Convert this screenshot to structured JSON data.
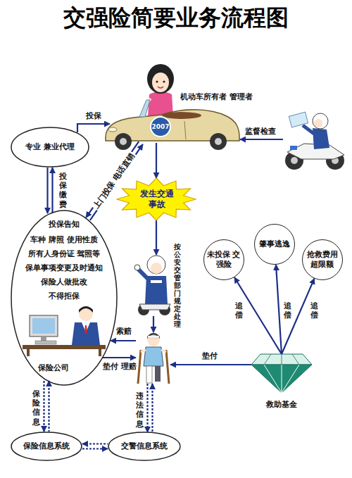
{
  "diagram": {
    "title": "交强险简要业务流程图",
    "nodes": [
      {
        "text": [
          "机动车所有者 管理者"
        ]
      },
      {
        "text": []
      },
      {
        "text": [
          "专业 兼业代理"
        ]
      },
      {
        "text": [
          "发生交通事故"
        ]
      },
      {
        "text": [
          "投保告知",
          "车种 牌照 使用性质",
          "所有人身份证 驾照等",
          "保单事项变更及时通知",
          "保险人做批改",
          "不得拒保",
          "保险公司"
        ]
      },
      {
        "text": [
          "按公安交管部门规定处理"
        ]
      },
      {
        "text": [
          "未投保 交强险"
        ]
      },
      {
        "text": [
          "肇事逃逸"
        ]
      },
      {
        "text": [
          "抢救费用 超限额"
        ]
      },
      {
        "text": []
      },
      {
        "text": [
          "救助基金"
        ]
      },
      {
        "text": [
          "保险信息系统"
        ]
      },
      {
        "text": [
          "交警信息系统"
        ]
      }
    ],
    "edges": [
      {
        "from": 1,
        "to": 0,
        "label": "监督检查",
        "arrow": "to"
      },
      {
        "from": 2,
        "to": 0,
        "label": "投保",
        "arrow": "to"
      },
      {
        "from": 0,
        "to": 4,
        "label": "上门投保 电话直销",
        "arrow": "both"
      },
      {
        "from": 2,
        "to": 4,
        "label": "投保 缴费",
        "arrow": "both"
      },
      {
        "from": 0,
        "to": 3,
        "arrow": "to"
      },
      {
        "from": 3,
        "to": 5,
        "arrow": "to"
      },
      {
        "from": 5,
        "to": 9,
        "arrow": "to"
      },
      {
        "from": 9,
        "to": 4,
        "label": "索赔",
        "arrow": "to"
      },
      {
        "from": 4,
        "to": 9,
        "label": "垫付 理赔",
        "arrow": "to"
      },
      {
        "from": 10,
        "to": 9,
        "label": "垫付",
        "arrow": "to"
      },
      {
        "from": 10,
        "to": 6,
        "label": "追偿",
        "arrow": "to"
      },
      {
        "from": 10,
        "to": 7,
        "label": "追偿",
        "arrow": "to"
      },
      {
        "from": 10,
        "to": 8,
        "label": "追偿",
        "arrow": "to"
      },
      {
        "from": 4,
        "to": 11,
        "label": "保险信息",
        "arrow": "both"
      },
      {
        "from": 9,
        "to": 12,
        "label": "违法信息",
        "arrow": "both"
      },
      {
        "from": 11,
        "to": 12,
        "arrow": "both"
      }
    ],
    "labels": [
      "2007"
    ]
  }
}
